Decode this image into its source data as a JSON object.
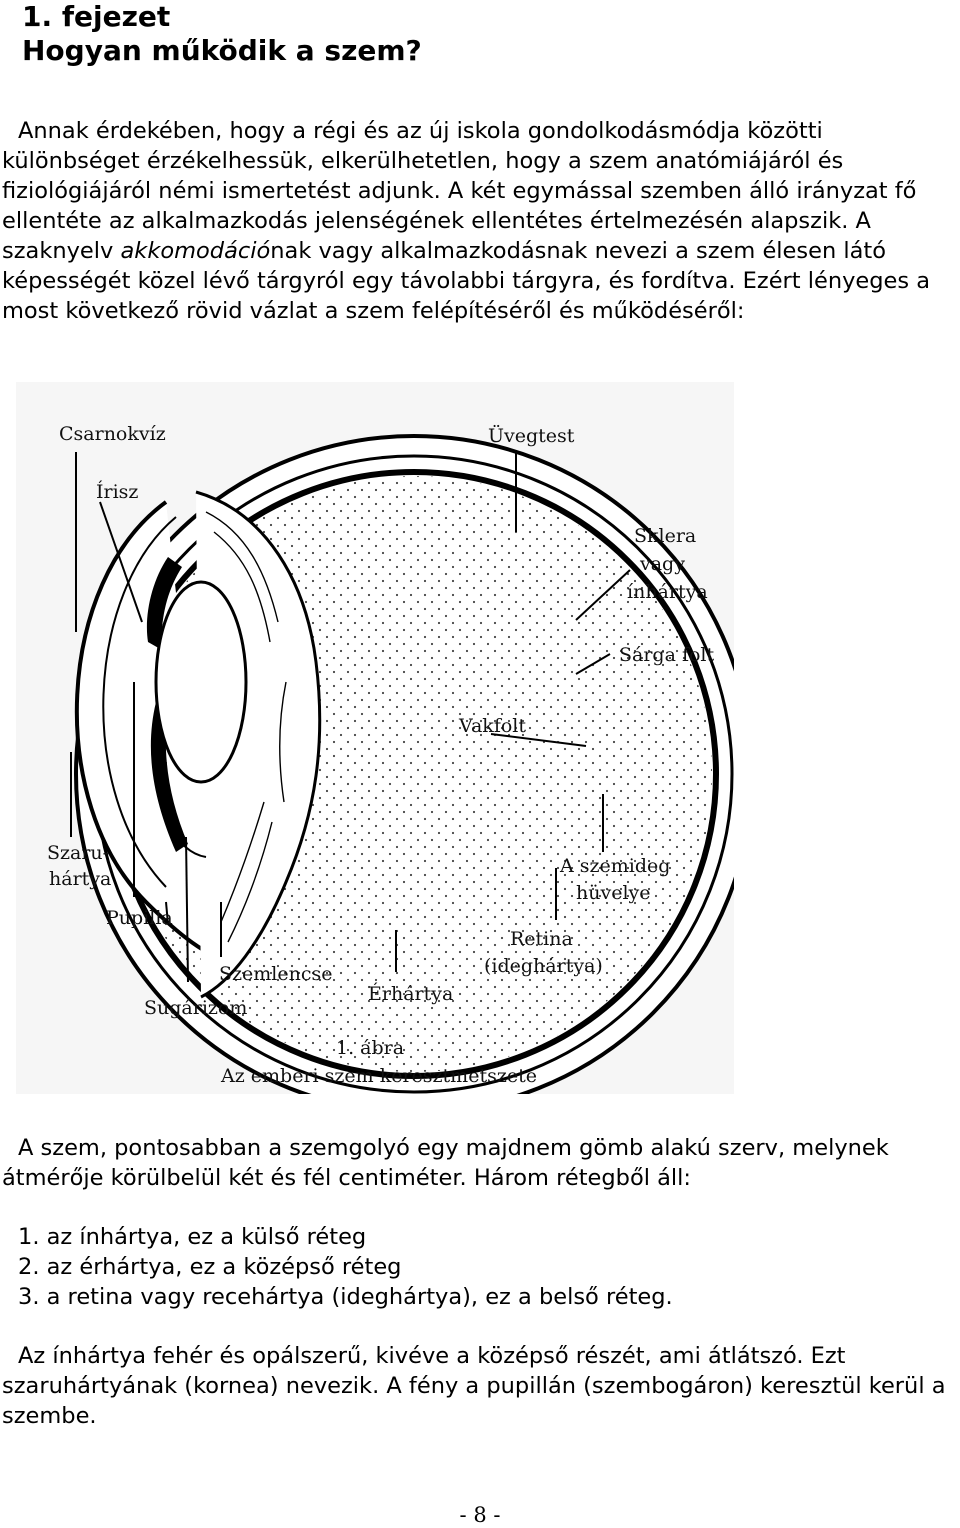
{
  "heading": {
    "chapter": "1. fejezet",
    "title": "Hogyan működik a szem?"
  },
  "intro": {
    "before_term": "Annak érdekében, hogy a régi és az új iskola gondolkodásmódja közötti különbséget érzékelhessük, elkerülhetetlen, hogy a szem anatómiájáról és fiziológiájáról némi ismertetést adjunk. A két egymással szemben álló irányzat fő ellentéte az alkalmazkodás jelenségének ellentétes értelmezésén alapszik. A szaknyelv ",
    "term": "akkomodáció",
    "after_term": "nak vagy alkalmazkodásnak nevezi a szem élesen látó képességét közel lévő tárgyról egy távolabbi tárgyra, és fordítva. Ezért lényeges a most következő rövid vázlat a szem felépítéséről és működéséről:"
  },
  "figure": {
    "labels": {
      "csarnokviz": "Csarnokvíz",
      "irisz": "Írisz",
      "uvegtest": "Üvegtest",
      "sklera_1": "Sklera",
      "sklera_2": "vagy",
      "sklera_3": "ínhártya",
      "sarga_folt": "Sárga folt",
      "vakfolt": "Vakfolt",
      "szaruhartya_1": "Szaru-",
      "szaruhartya_2": "hártya",
      "pupilla": "Pupilla",
      "szemideg_1": "A szemideg",
      "szemideg_2": "hüvelye",
      "retina_1": "Retina",
      "retina_2": "(ideghártya)",
      "szemlencse": "Szemlencse",
      "erhartya": "Érhártya",
      "sugarizom": "Sugárizom"
    },
    "caption_number": "1. ábra",
    "caption_text": "Az emberi szem keresztmetszete"
  },
  "paragraph2": "A szem, pontosabban a szemgolyó egy majdnem gömb alakú szerv, melynek átmérője körülbelül két és fél centiméter. Három rétegből áll:",
  "layers": [
    "1. az ínhártya, ez a külső réteg",
    "2. az érhártya, ez a középső réteg",
    "3. a retina vagy recehártya (ideghártya), ez a belső réteg."
  ],
  "paragraph3": "Az ínhártya fehér és opálszerű, kivéve a középső részét, ami átlátszó. Ezt szaruhártyának (kornea) nevezik. A fény a pupillán (szembogáron) keresztül kerül a szembe.",
  "page_number": "- 8 -"
}
